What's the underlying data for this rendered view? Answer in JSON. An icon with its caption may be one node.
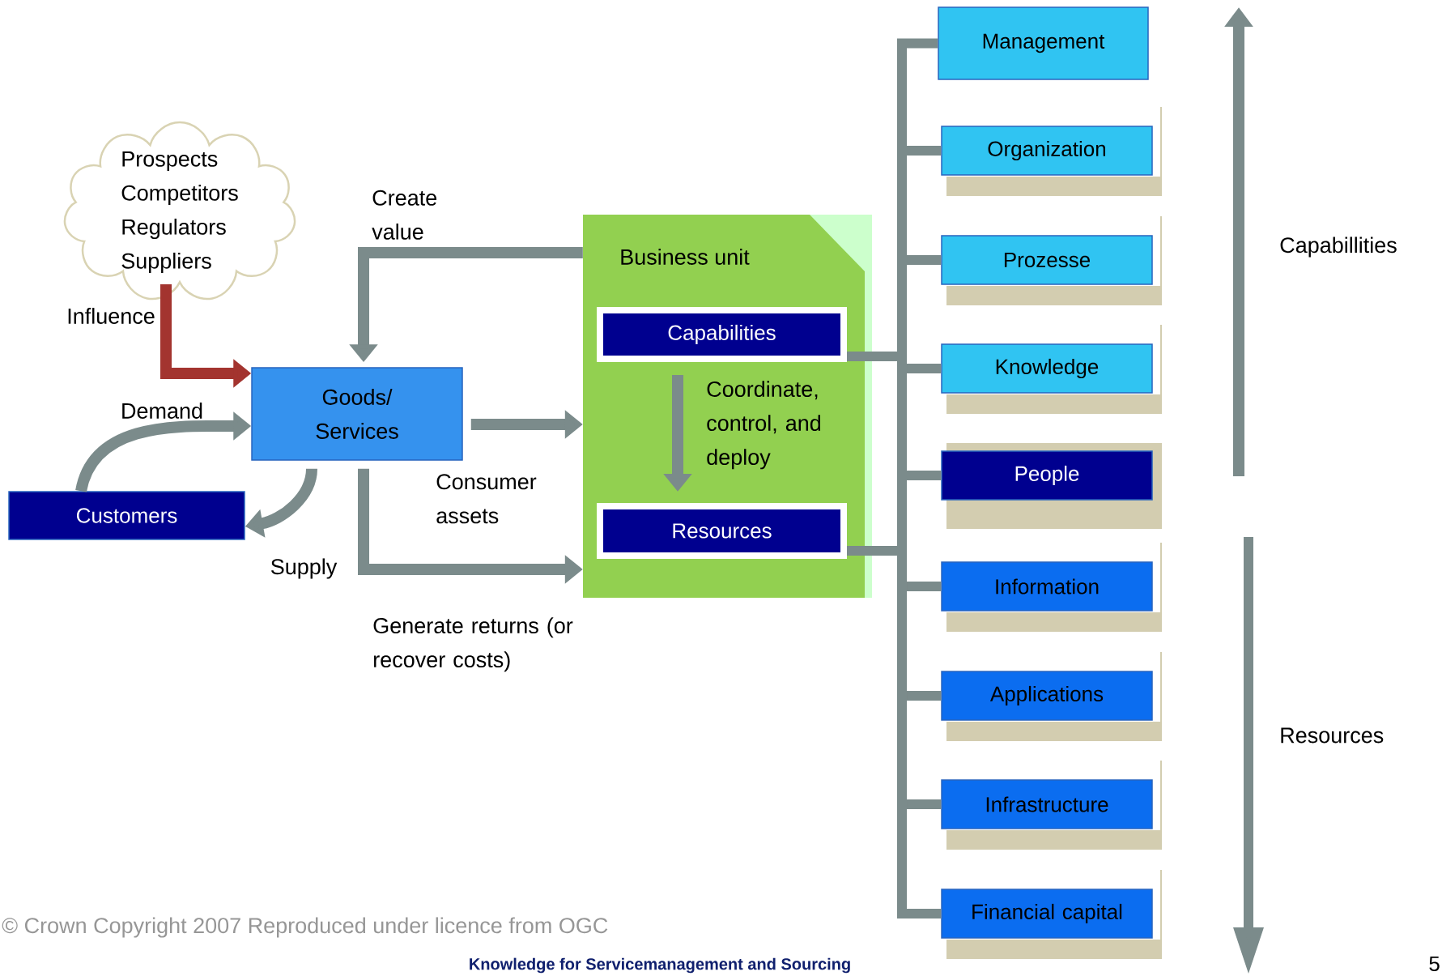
{
  "diagram": {
    "nodes": [
      {
        "text": [
          "Prospects",
          "Competitors",
          "Regulators",
          "Suppliers"
        ]
      },
      {
        "text": [
          "Goods/ Services"
        ]
      },
      {
        "text": [
          "Customers"
        ]
      },
      {
        "text": [
          "Business unit"
        ]
      },
      {
        "text": [
          "Capabilities"
        ],
        "in": 3
      },
      {
        "text": [
          "Resources"
        ],
        "in": 3
      },
      {
        "text": [
          "Management"
        ]
      },
      {
        "text": [
          "Organization"
        ]
      },
      {
        "text": [
          "Prozesse"
        ]
      },
      {
        "text": [
          "Knowledge"
        ]
      },
      {
        "text": [
          "People"
        ]
      },
      {
        "text": [
          "Information"
        ]
      },
      {
        "text": [
          "Applications"
        ]
      },
      {
        "text": [
          "Infrastructure"
        ]
      },
      {
        "text": [
          "Financial capital"
        ]
      }
    ],
    "edges": [
      {
        "from": 0,
        "to": 1,
        "arrow": "to",
        "label": "Influence",
        "color": "#a3342f"
      },
      {
        "from": 2,
        "to": 1,
        "arrow": "to",
        "label": "Demand"
      },
      {
        "from": 1,
        "to": 2,
        "arrow": "to",
        "label": "Supply"
      },
      {
        "from": 3,
        "to": 1,
        "arrow": "to",
        "label": "Create value"
      },
      {
        "from": 1,
        "to": 3,
        "arrow": "to"
      },
      {
        "from": 1,
        "to": 3,
        "arrow": "to",
        "label": "Generate returns (or recover costs)"
      },
      {
        "from": 4,
        "to": 5,
        "arrow": "to",
        "label": "Coordinate, control, and deploy"
      },
      {
        "from": 4,
        "to": 6,
        "arrow": "none"
      },
      {
        "from": 4,
        "to": 7,
        "arrow": "none"
      },
      {
        "from": 4,
        "to": 8,
        "arrow": "none"
      },
      {
        "from": 4,
        "to": 9,
        "arrow": "none"
      },
      {
        "from": 4,
        "to": 10,
        "arrow": "none"
      },
      {
        "from": 5,
        "to": 10,
        "arrow": "none"
      },
      {
        "from": 5,
        "to": 11,
        "arrow": "none"
      },
      {
        "from": 5,
        "to": 12,
        "arrow": "none"
      },
      {
        "from": 5,
        "to": 13,
        "arrow": "none"
      },
      {
        "from": 5,
        "to": 14,
        "arrow": "none"
      }
    ],
    "labels": [
      "Consumer assets",
      "Capabillities",
      "Resources",
      "© Crown Copyright 2007 Reproduced under licence from OGC",
      "Knowledge for Servicemanagement and Sourcing",
      "5"
    ]
  }
}
